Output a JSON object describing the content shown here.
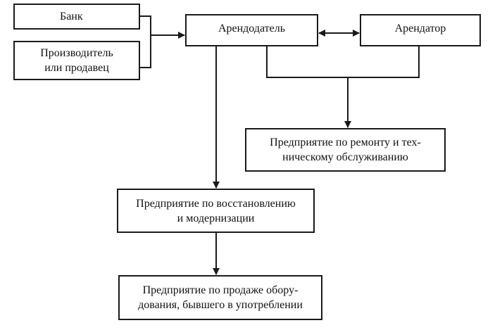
{
  "diagram": {
    "boxes": {
      "bank": "Банк",
      "producer": "Производитель\nили продавец",
      "lessor": "Арендодатель",
      "lessee": "Арендатор",
      "repair": "Предприятие по ремонту и тех-\nническому обслуживанию",
      "restoration": "Предприятие по восстановлению\nи модернизации",
      "sale": "Предприятие по продаже обору-\nдования, бывшего в употреблении"
    },
    "connections": [
      {
        "from": "bank",
        "to": "lessor",
        "type": "arrow"
      },
      {
        "from": "producer",
        "to": "lessor",
        "type": "arrow"
      },
      {
        "from": "lessor",
        "to": "lessee",
        "type": "double-arrow"
      },
      {
        "from": "lessor",
        "to": "repair",
        "type": "arrow"
      },
      {
        "from": "lessee",
        "to": "repair",
        "type": "arrow"
      },
      {
        "from": "lessor",
        "to": "restoration",
        "type": "arrow"
      },
      {
        "from": "restoration",
        "to": "sale",
        "type": "arrow"
      }
    ]
  }
}
